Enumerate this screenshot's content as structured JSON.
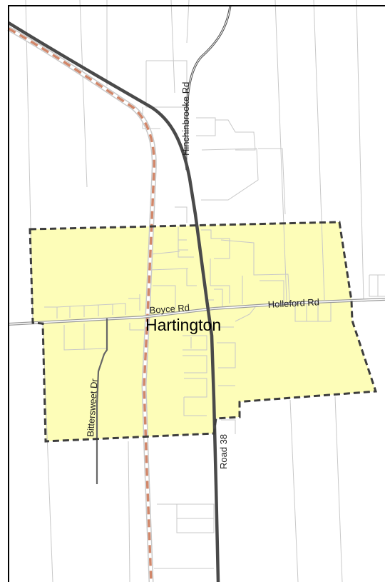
{
  "map": {
    "place_name": "Hartington",
    "roads": {
      "hinchinbrooke": "Hinchinbrooke Rd",
      "boyce": "Boyce Rd",
      "holleford": "Holleford Rd",
      "bittersweet": "Bittersweet Dr",
      "road38": "Road 38"
    },
    "colors": {
      "boundary_fill": "#fdfdb8",
      "boundary_stroke": "#3d3d3d",
      "highway": "#4a4a4a",
      "rail": "#d1876a",
      "parcel": "#c8c8c8",
      "frame": "#000000"
    }
  }
}
